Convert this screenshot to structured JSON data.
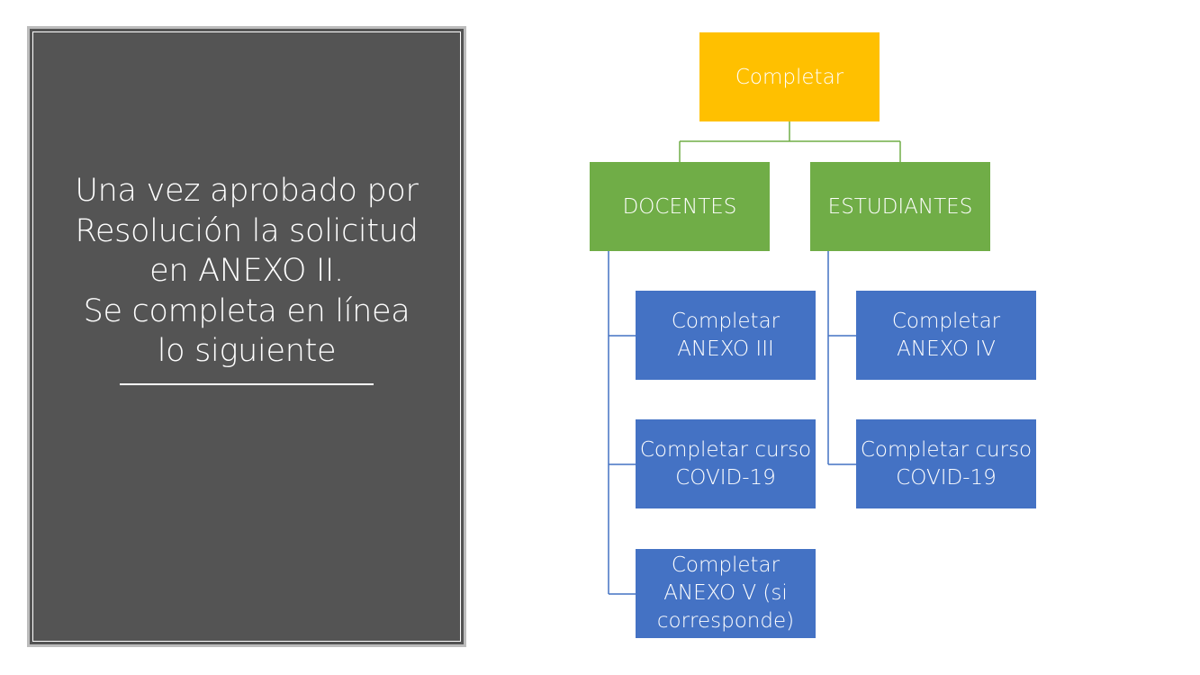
{
  "panel": {
    "lines": [
      "Una vez aprobado por",
      "Resolución la solicitud",
      "en ANEXO II.",
      "Se completa en línea",
      "lo siguiente"
    ]
  },
  "diagram": {
    "root": {
      "label": "Completar"
    },
    "docentes": {
      "label": "DOCENTES",
      "tasks": [
        "Completar\nANEXO III",
        "Completar curso\nCOVID-19",
        "Completar\nANEXO V (si\ncorresponde)"
      ]
    },
    "estudiantes": {
      "label": "ESTUDIANTES",
      "tasks": [
        "Completar\nANEXO IV",
        "Completar curso\nCOVID-19"
      ]
    }
  },
  "colors": {
    "panel_bg": "#545454",
    "root": "#ffc000",
    "category": "#70ad47",
    "task": "#4472c4",
    "connector_top": "#70ad47",
    "connector_bottom": "#4472c4"
  }
}
